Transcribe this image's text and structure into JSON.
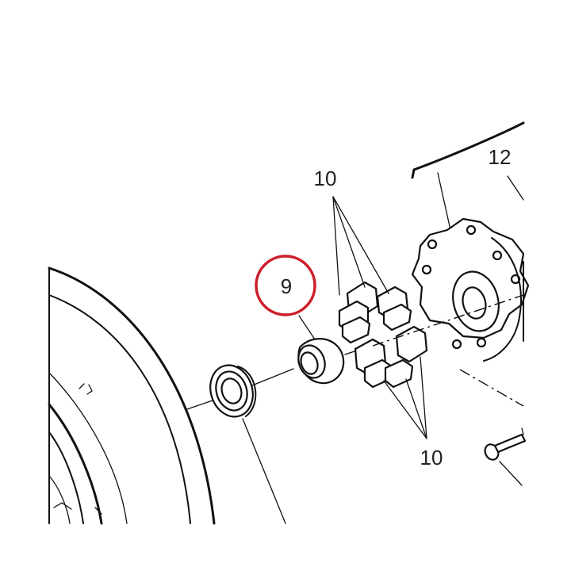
{
  "callouts": {
    "part_9": "9",
    "part_10_top": "10",
    "part_10_bottom": "10",
    "part_12": "12"
  },
  "colors": {
    "highlight": "#cc1f2a",
    "line": "#111111",
    "background": "#ffffff"
  }
}
